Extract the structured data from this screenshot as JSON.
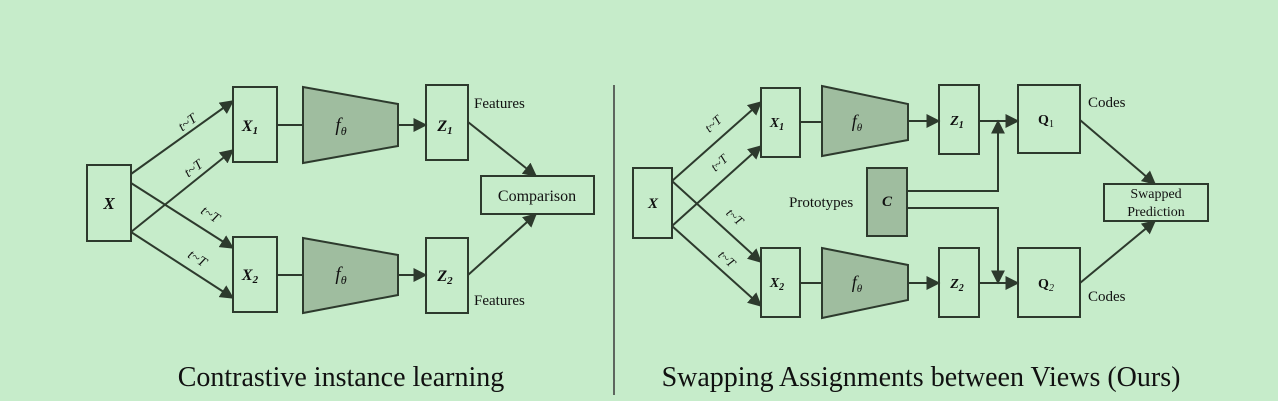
{
  "colors": {
    "background": "#c6ecca",
    "network_fill": "#9fbd9f",
    "stroke": "#2d3a2d"
  },
  "left": {
    "title": "Contrastive instance learning",
    "input": "X",
    "view1": "X",
    "view1_sub": "1",
    "view2": "X",
    "view2_sub": "2",
    "net_f": "f",
    "net_sub": "θ",
    "z1": "Z",
    "z1_sub": "1",
    "z2": "Z",
    "z2_sub": "2",
    "features_top": "Features",
    "features_bottom": "Features",
    "comparison": "Comparison",
    "t_labels": [
      "t~T",
      "t~T",
      "t~T",
      "t~T"
    ]
  },
  "right": {
    "title": "Swapping Assignments between Views (Ours)",
    "input": "X",
    "view1": "X",
    "view1_sub": "1",
    "view2": "X",
    "view2_sub": "2",
    "net_f": "f",
    "net_sub": "θ",
    "z1": "Z",
    "z1_sub": "1",
    "z2": "Z",
    "z2_sub": "2",
    "q1": "Q",
    "q1_sub": "1",
    "q2": "Q",
    "q2_sub": "2",
    "codes_top": "Codes",
    "codes_bottom": "Codes",
    "prototypes_label": "Prototypes",
    "prototypes_symbol": "C",
    "swapped_line1": "Swapped",
    "swapped_line2": "Prediction",
    "t_labels": [
      "t~T",
      "t~T",
      "t~T",
      "t~T"
    ]
  }
}
